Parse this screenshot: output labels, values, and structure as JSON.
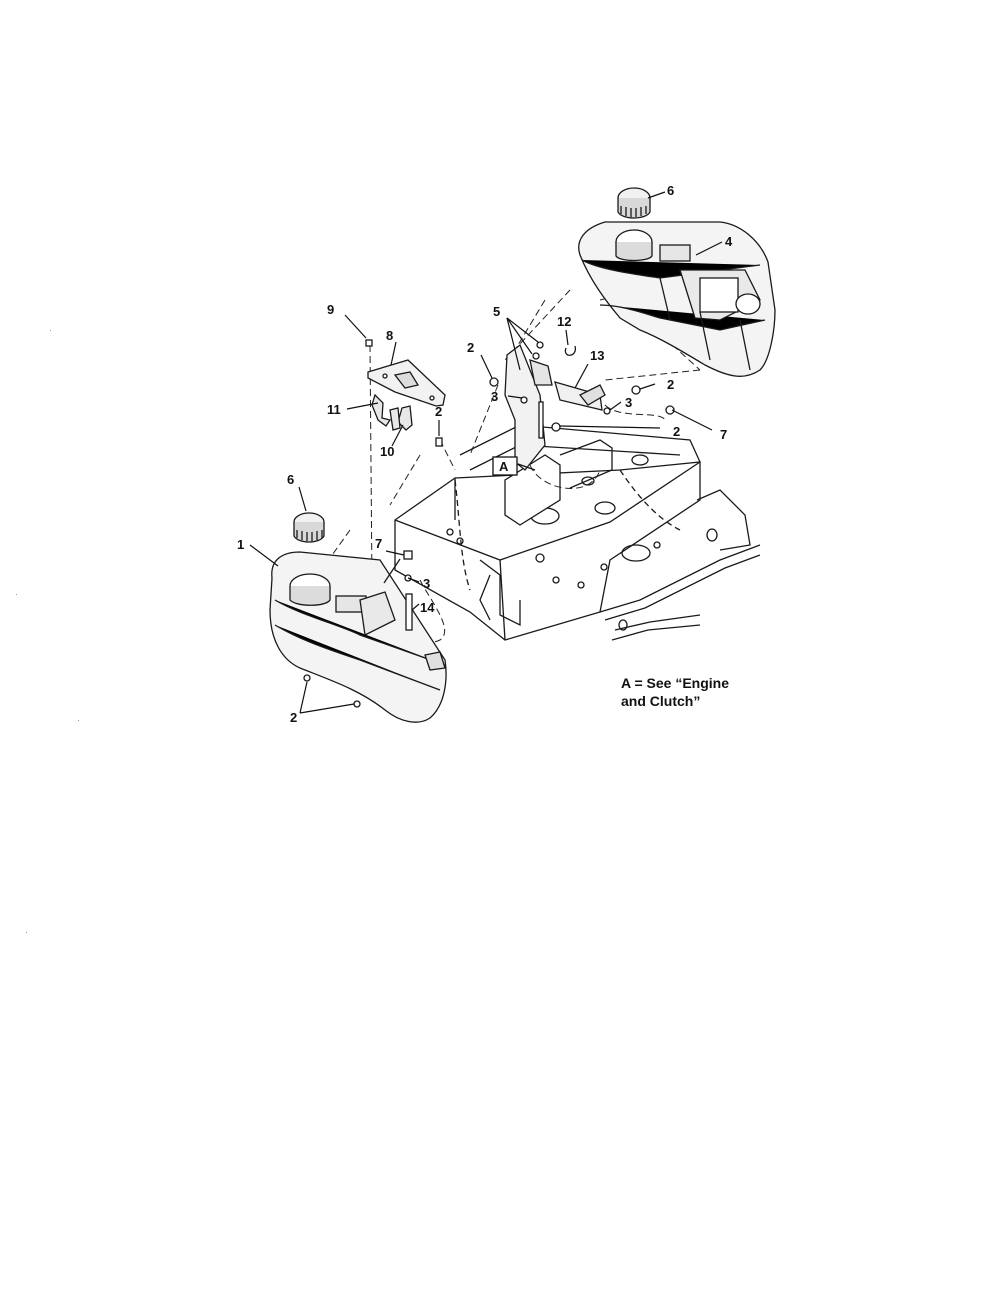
{
  "diagram": {
    "callouts": {
      "c1": "1",
      "c2a": "2",
      "c2b": "2",
      "c2c": "2",
      "c2d": "2",
      "c2e": "2",
      "c3a": "3",
      "c3b": "3",
      "c3c": "3",
      "c4": "4",
      "c5": "5",
      "c6a": "6",
      "c6b": "6",
      "c7a": "7",
      "c7b": "7",
      "c8": "8",
      "c9": "9",
      "c10": "10",
      "c11": "11",
      "c12": "12",
      "c13": "13",
      "c14": "14",
      "boxA": "A"
    },
    "note": {
      "line1": "A = See “Engine",
      "line2": "and Clutch”"
    }
  }
}
